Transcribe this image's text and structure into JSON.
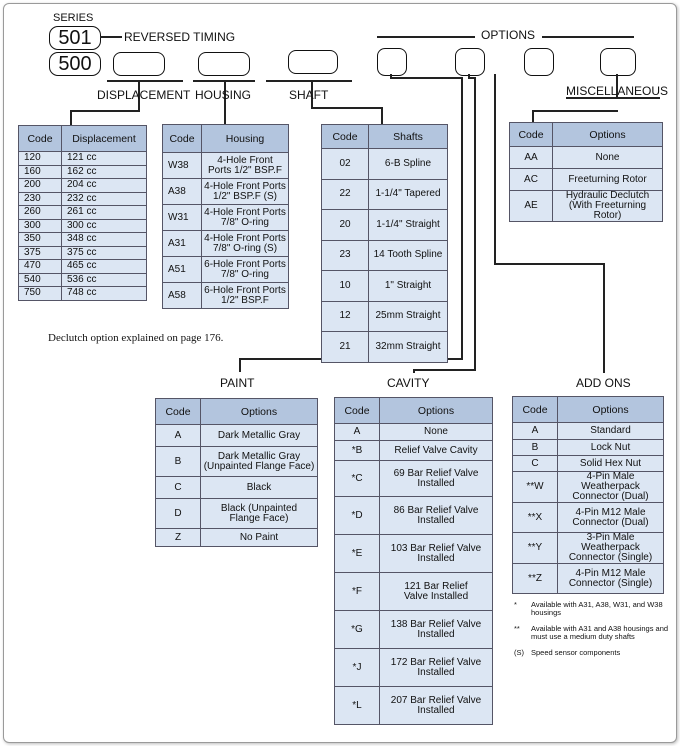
{
  "header": {
    "series_label": "SERIES",
    "series_codes": [
      "501",
      "500"
    ],
    "reversed_timing_label": "REVERSED TIMING",
    "options_label": "OPTIONS"
  },
  "sections": {
    "displacement": "DISPLACEMENT",
    "housing": "HOUSING",
    "shaft": "SHAFT",
    "miscellaneous": "MISCELLANEOUS",
    "paint": "PAINT",
    "cavity": "CAVITY",
    "add_ons": "ADD ONS"
  },
  "displacement_table": {
    "headers": [
      "Code",
      "Displacement"
    ],
    "rows": [
      [
        "120",
        "121 cc"
      ],
      [
        "160",
        "162 cc"
      ],
      [
        "200",
        "204 cc"
      ],
      [
        "230",
        "232 cc"
      ],
      [
        "260",
        "261 cc"
      ],
      [
        "300",
        "300 cc"
      ],
      [
        "350",
        "348 cc"
      ],
      [
        "375",
        "375 cc"
      ],
      [
        "470",
        "465 cc"
      ],
      [
        "540",
        "536 cc"
      ],
      [
        "750",
        "748 cc"
      ]
    ]
  },
  "housing_table": {
    "headers": [
      "Code",
      "Housing"
    ],
    "rows": [
      [
        "W38",
        "4-Hole Front",
        "Ports 1/2\" BSP.F"
      ],
      [
        "A38",
        "4-Hole Front Ports",
        "1/2\" BSP.F (S)"
      ],
      [
        "W31",
        "4-Hole Front Ports",
        "7/8\" O-ring"
      ],
      [
        "A31",
        "4-Hole Front Ports",
        "7/8\" O-ring (S)"
      ],
      [
        "A51",
        "6-Hole Front Ports",
        "7/8\" O-ring"
      ],
      [
        "A58",
        "6-Hole Front Ports",
        "1/2\" BSP.F"
      ]
    ]
  },
  "shaft_table": {
    "headers": [
      "Code",
      "Shafts"
    ],
    "rows": [
      [
        "02",
        "6-B Spline"
      ],
      [
        "22",
        "1-1/4\" Tapered"
      ],
      [
        "20",
        "1-1/4\" Straight"
      ],
      [
        "23",
        "14 Tooth Spline"
      ],
      [
        "10",
        "1\" Straight"
      ],
      [
        "12",
        "25mm Straight"
      ],
      [
        "21",
        "32mm Straight"
      ]
    ]
  },
  "misc_table": {
    "headers": [
      "Code",
      "Options"
    ],
    "rows": [
      [
        "AA",
        "None",
        ""
      ],
      [
        "AC",
        "Freeturning Rotor",
        ""
      ],
      [
        "AE",
        "Hydraulic Declutch",
        "(With Freeturning Rotor)"
      ]
    ]
  },
  "declutch_note": "Declutch option explained on page 176.",
  "paint_table": {
    "headers": [
      "Code",
      "Options"
    ],
    "rows": [
      [
        "A",
        "Dark Metallic Gray",
        ""
      ],
      [
        "B",
        "Dark Metallic Gray",
        "(Unpainted Flange Face)"
      ],
      [
        "C",
        "Black",
        ""
      ],
      [
        "D",
        "Black (Unpainted",
        "Flange Face)"
      ],
      [
        "Z",
        "No Paint",
        ""
      ]
    ]
  },
  "cavity_table": {
    "headers": [
      "Code",
      "Options"
    ],
    "rows": [
      [
        "A",
        "None",
        ""
      ],
      [
        "*B",
        "Relief Valve Cavity",
        ""
      ],
      [
        "*C",
        "69 Bar Relief Valve",
        "Installed"
      ],
      [
        "*D",
        "86 Bar Relief Valve",
        "Installed"
      ],
      [
        "*E",
        "103 Bar Relief Valve",
        "Installed"
      ],
      [
        "*F",
        "121 Bar Relief",
        "Valve Installed"
      ],
      [
        "*G",
        "138 Bar Relief Valve",
        "Installed"
      ],
      [
        "*J",
        "172 Bar Relief Valve",
        "Installed"
      ],
      [
        "*L",
        "207 Bar Relief Valve",
        "Installed"
      ]
    ]
  },
  "addons_table": {
    "headers": [
      "Code",
      "Options"
    ],
    "rows": [
      [
        "A",
        "Standard",
        ""
      ],
      [
        "B",
        "Lock Nut",
        ""
      ],
      [
        "C",
        "Solid Hex Nut",
        ""
      ],
      [
        "**W",
        "4-Pin Male Weatherpack",
        "Connector (Dual)"
      ],
      [
        "**X",
        "4-Pin M12 Male",
        "Connector (Dual)"
      ],
      [
        "**Y",
        "3-Pin Male Weatherpack",
        "Connector (Single)"
      ],
      [
        "**Z",
        "4-Pin M12 Male",
        "Connector (Single)"
      ]
    ]
  },
  "footnotes": [
    {
      "mark": "*",
      "text": "Available with A31, A38, W31, and W38 housings"
    },
    {
      "mark": "**",
      "text": "Available with A31 and A38 housings and must use a medium duty shafts"
    },
    {
      "mark": "(S)",
      "text": "Speed sensor components"
    }
  ]
}
